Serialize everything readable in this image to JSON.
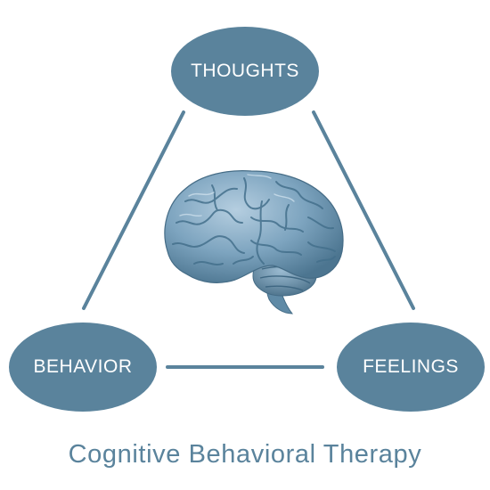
{
  "diagram": {
    "nodes": {
      "thoughts": "THOUGHTS",
      "behavior": "BEHAVIOR",
      "feelings": "FEELINGS"
    },
    "caption": "Cognitive Behavioral Therapy",
    "center_image": "brain-icon",
    "colors": {
      "node_fill": "#5a839c",
      "connector": "#5a839c",
      "caption": "#5a839c",
      "brain": "#7da4bf"
    }
  }
}
